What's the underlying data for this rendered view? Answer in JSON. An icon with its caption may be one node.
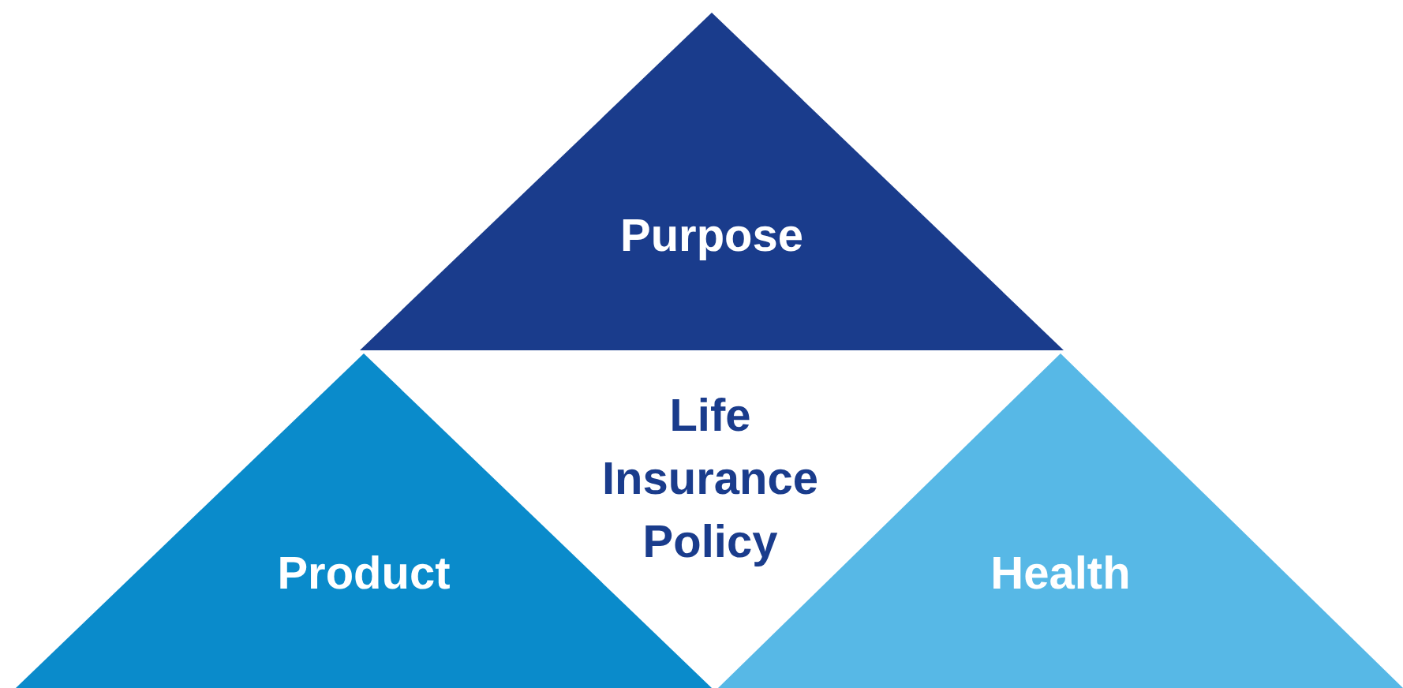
{
  "diagram": {
    "nodes": [
      {
        "text": [
          "Purpose"
        ]
      },
      {
        "text": [
          "Product"
        ]
      },
      {
        "text": [
          "Health"
        ]
      },
      {
        "text": [
          "Life Insurance Policy"
        ]
      }
    ]
  }
}
